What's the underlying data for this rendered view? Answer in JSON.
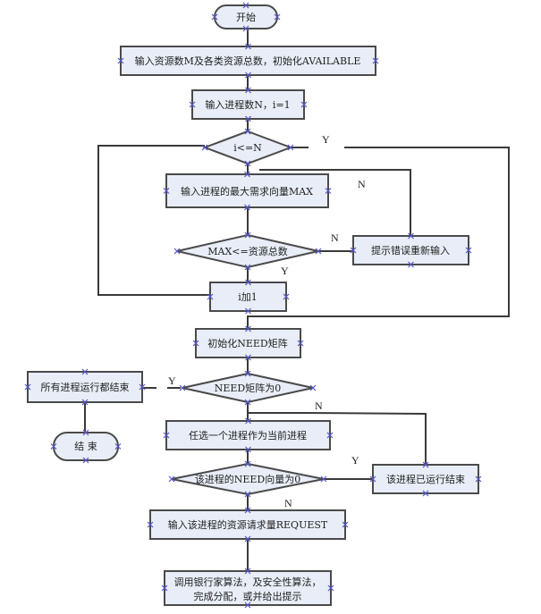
{
  "flowchart": {
    "title": "Banker's algorithm flowchart",
    "nodes": {
      "start": "开始",
      "input_resources": "输入资源数M及各类资源总数，初始化AVAILABLE",
      "input_processes": "输入进程数N，i=1",
      "cond_i_le_n": "i<=N",
      "input_max": "输入进程的最大需求向量MAX",
      "cond_max": "MAX<=资源总数",
      "error_reinput": "提示错误重新输入",
      "i_plus_1": "i加1",
      "init_need": "初始化NEED矩阵",
      "cond_need_zero": "NEED矩阵为0",
      "all_done": "所有进程运行都结束",
      "end": "结 束",
      "pick_process": "任选一个进程作为当前进程",
      "cond_process_need_zero": "该进程的NEED向量为0",
      "process_finished": "该进程已运行结束",
      "input_request": "输入该进程的资源请求量REQUEST",
      "banker_line1": "调用银行家算法，及安全性算法，",
      "banker_line2": "完成分配，或并给出提示"
    },
    "edge_labels": {
      "i_le_n_yes": "Y",
      "error_no": "N",
      "max_no": "N",
      "max_yes": "Y",
      "need_zero_yes": "Y",
      "need_zero_no": "N",
      "proc_need_yes": "Y",
      "proc_need_no": "N"
    },
    "colors": {
      "shape_fill": "#e8edf7",
      "stroke": "#4a4a4a",
      "connector_mark": "#5555cc"
    }
  }
}
